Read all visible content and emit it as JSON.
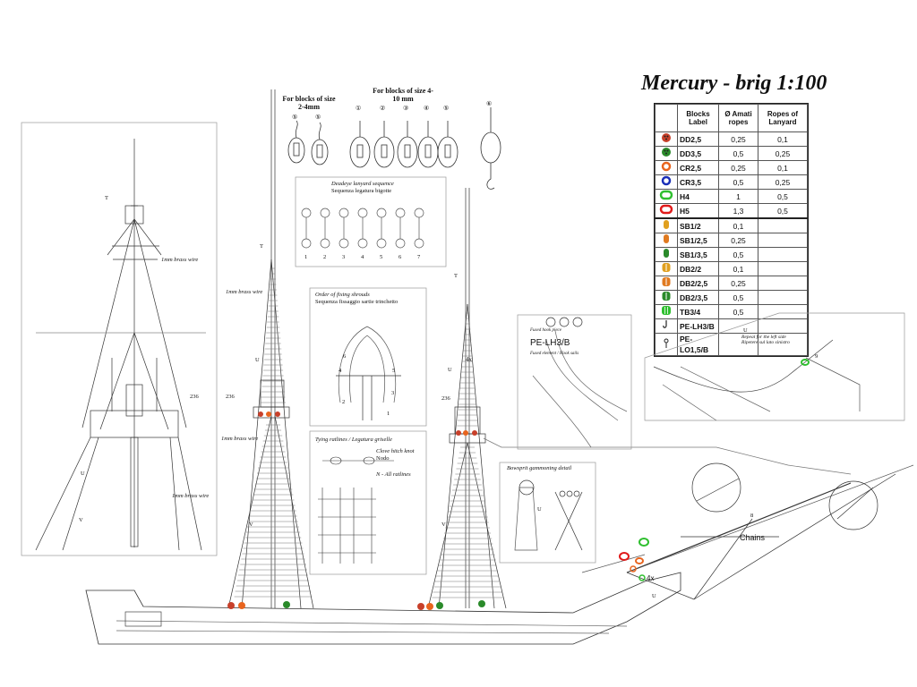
{
  "title": "Mercury - brig 1:100",
  "blocks_note": {
    "small": "For blocks of size 2-4mm",
    "large": "For blocks of size 4-10 mm",
    "small_nums": [
      "⑤",
      "⑤"
    ],
    "large_nums": [
      "①",
      "②",
      "③",
      "④",
      "⑤",
      "⑥"
    ]
  },
  "legend": {
    "headers": [
      "Blocks Label",
      "Ø Amati ropes",
      "Ropes of Lanyard"
    ],
    "rows": [
      {
        "symbol": "deadeye-brown",
        "color": "#c8402a",
        "label": "DD2,5",
        "rope": "0,25",
        "lanyard": "0,1"
      },
      {
        "symbol": "deadeye-green",
        "color": "#2a8a2a",
        "label": "DD3,5",
        "rope": "0,5",
        "lanyard": "0,25"
      },
      {
        "symbol": "ring-orange",
        "color": "#e8641e",
        "label": "CR2,5",
        "rope": "0,25",
        "lanyard": "0,1"
      },
      {
        "symbol": "ring-blue",
        "color": "#1a2fb8",
        "label": "CR3,5",
        "rope": "0,5",
        "lanyard": "0,25"
      },
      {
        "symbol": "heart-green",
        "color": "#2fbf2f",
        "label": "H4",
        "rope": "1",
        "lanyard": "0,5"
      },
      {
        "symbol": "heart-red",
        "color": "#e01a1a",
        "label": "H5",
        "rope": "1,3",
        "lanyard": "0,5"
      },
      {
        "symbol": "block-yellow",
        "color": "#e0a020",
        "label": "SB1/2",
        "rope": "0,1",
        "lanyard": ""
      },
      {
        "symbol": "block-orange",
        "color": "#e07a20",
        "label": "SB1/2,5",
        "rope": "0,25",
        "lanyard": ""
      },
      {
        "symbol": "block-green",
        "color": "#2a8a2a",
        "label": "SB1/3,5",
        "rope": "0,5",
        "lanyard": ""
      },
      {
        "symbol": "dblock-yellow",
        "color": "#e0a020",
        "label": "DB2/2",
        "rope": "0,1",
        "lanyard": ""
      },
      {
        "symbol": "dblock-orange",
        "color": "#e07a20",
        "label": "DB2/2,5",
        "rope": "0,25",
        "lanyard": ""
      },
      {
        "symbol": "dblock-green",
        "color": "#2a8a2a",
        "label": "DB2/3,5",
        "rope": "0,5",
        "lanyard": ""
      },
      {
        "symbol": "tblock-green",
        "color": "#2fbf2f",
        "label": "TB3/4",
        "rope": "0,5",
        "lanyard": ""
      },
      {
        "symbol": "hook",
        "color": "#222222",
        "label": "PE-LH3/B",
        "rope": "",
        "lanyard": ""
      },
      {
        "symbol": "eyebolt",
        "color": "#222222",
        "label": "PE-LO1,5/B",
        "rope": "",
        "lanyard": ""
      }
    ]
  },
  "panels": {
    "deadeye": {
      "title": "Deadeye lanyard sequence",
      "subtitle": "Sequenza legatura bigotte",
      "steps": [
        "1",
        "2",
        "3",
        "4",
        "5",
        "6",
        "7"
      ]
    },
    "shrouds": {
      "title": "Order of fixing shrouds",
      "subtitle": "Sequenza fissaggio sartie trinchetto",
      "nums": [
        "1",
        "2",
        "3",
        "4",
        "5",
        "6"
      ]
    },
    "ratlines": {
      "title": "Tying ratlines / Legatura griselle",
      "knot": "Clove hitch knot",
      "knot_it": "Nodo",
      "note": "N - All ratlines"
    },
    "bowsprit": {
      "title": "Bowsprit gammoning detail",
      "label_u": "U"
    },
    "hook_detail": {
      "label": "PE-LH3/B",
      "note1": "Fused hook piece",
      "note2": "Fused element / Hook sails"
    },
    "bow": {
      "label_u": "U",
      "note1": "Repeat for the left side",
      "note2": "Ripetere sul lato sinistro",
      "g": "9"
    }
  },
  "labels": {
    "t": "T",
    "u": "U",
    "v": "V",
    "brass1": "1mm brass wire",
    "n236": "236",
    "four_x": "4x",
    "chains": "Chains",
    "eight": "8"
  }
}
